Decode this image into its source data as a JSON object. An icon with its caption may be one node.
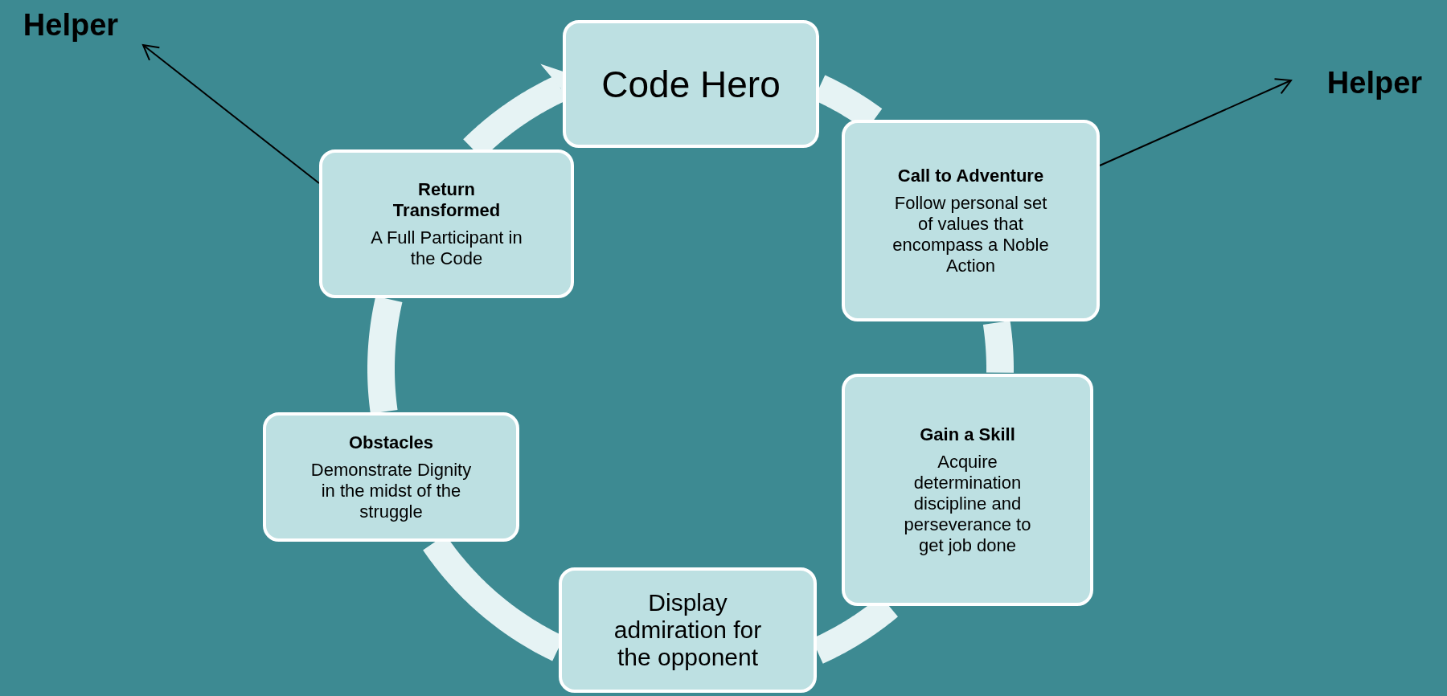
{
  "diagram": {
    "nodes": [
      {
        "text": [
          "Code Hero"
        ]
      },
      {
        "text": [
          "Call to Adventure",
          "Follow personal set of values that encompass a Noble Action"
        ]
      },
      {
        "text": [
          "Gain a Skill",
          "Acquire determination discipline and perseverance to get job done"
        ]
      },
      {
        "text": [
          "Display admiration for the opponent"
        ]
      },
      {
        "text": [
          "Obstacles",
          "Demonstrate Dignity in the midst of the struggle"
        ]
      },
      {
        "text": [
          "Return Transformed",
          "A Full Participant in the Code"
        ]
      },
      {
        "text": [
          "Helper"
        ]
      },
      {
        "text": [
          "Helper"
        ]
      }
    ],
    "edges": [
      {
        "from": 0,
        "to": 1,
        "arrow": "none"
      },
      {
        "from": 1,
        "to": 2,
        "arrow": "none"
      },
      {
        "from": 2,
        "to": 3,
        "arrow": "none"
      },
      {
        "from": 3,
        "to": 4,
        "arrow": "none"
      },
      {
        "from": 4,
        "to": 5,
        "arrow": "none"
      },
      {
        "from": 5,
        "to": 0,
        "arrow": "to"
      },
      {
        "from": 5,
        "to": 6,
        "arrow": "to",
        "color": "#000000"
      },
      {
        "from": 1,
        "to": 7,
        "arrow": "to",
        "color": "#000000"
      }
    ]
  }
}
